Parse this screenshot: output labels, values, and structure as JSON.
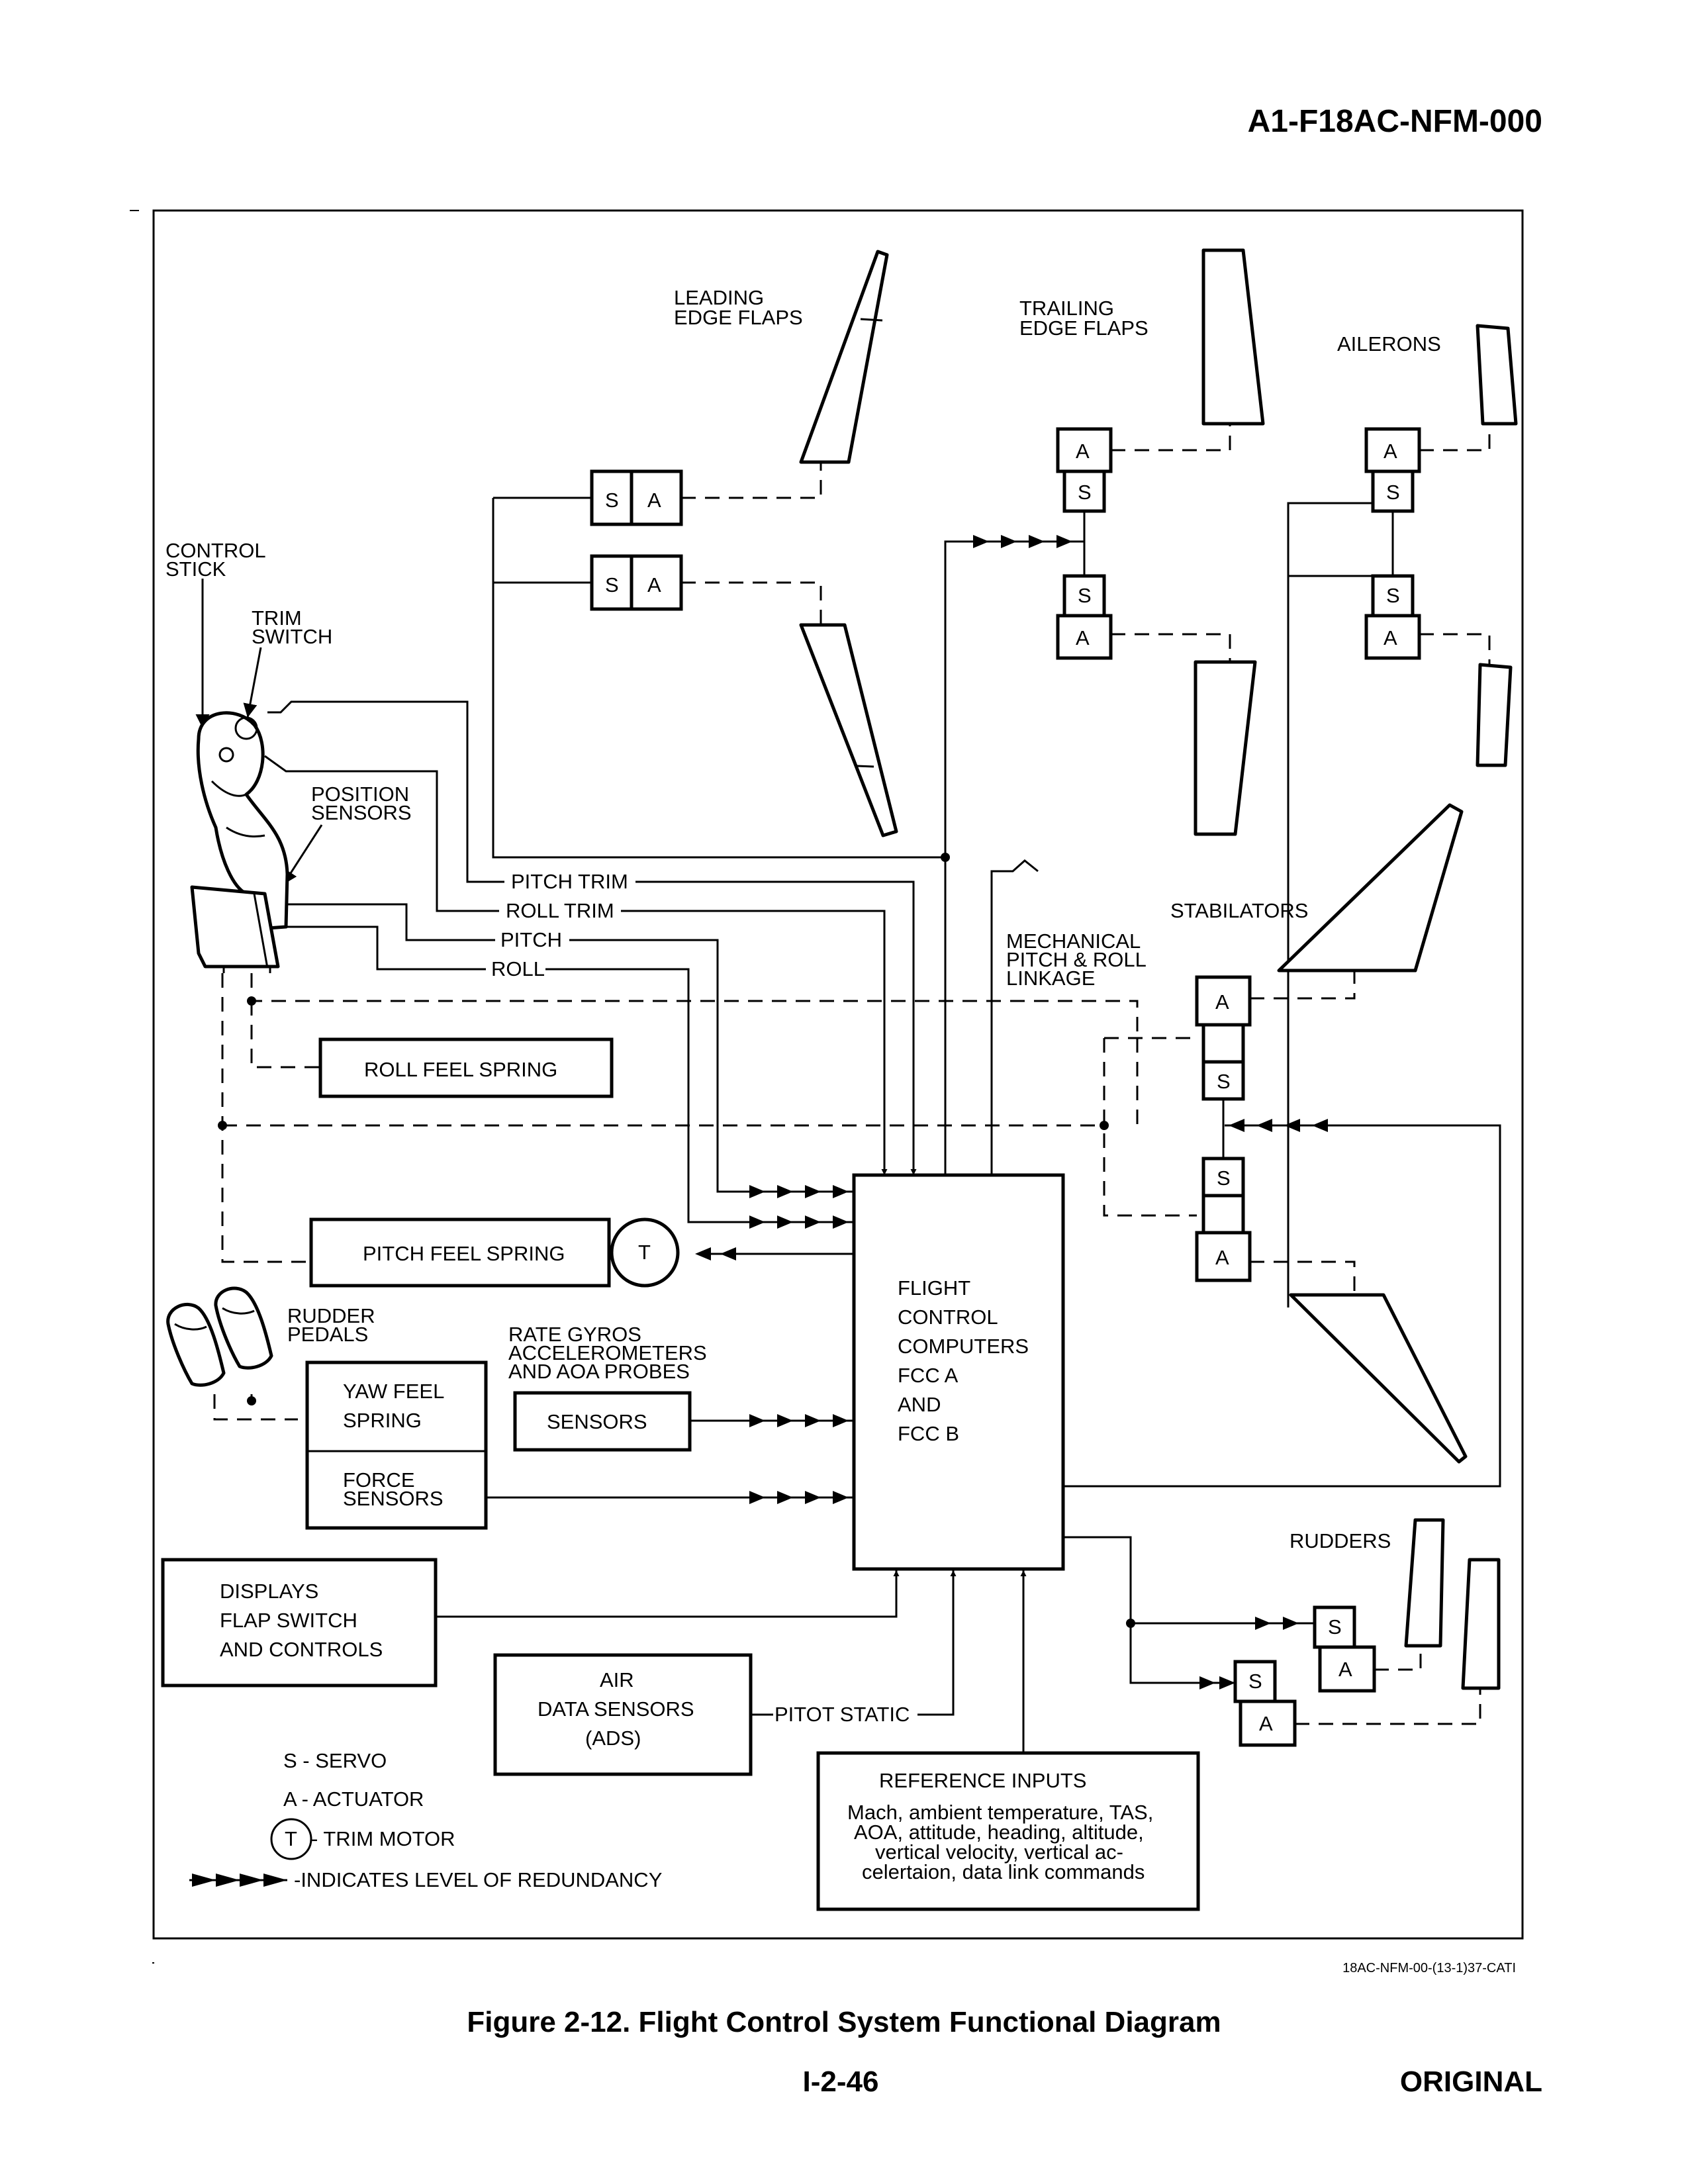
{
  "header": {
    "doc_id": "A1-F18AC-NFM-000"
  },
  "footer": {
    "caption": "Figure 2-12. Flight Control System Functional Diagram",
    "page": "I-2-46",
    "status": "ORIGINAL",
    "ref_code": "18AC-NFM-00-(13-1)37-CATI"
  },
  "labels": {
    "leading_edge_flaps": [
      "LEADING",
      "EDGE FLAPS"
    ],
    "trailing_edge_flaps": [
      "TRAILING",
      "EDGE FLAPS"
    ],
    "ailerons": "AILERONS",
    "control_stick": [
      "CONTROL",
      "STICK"
    ],
    "trim_switch": [
      "TRIM",
      "SWITCH"
    ],
    "position_sensors": [
      "POSITION",
      "SENSORS"
    ],
    "pitch_trim": "PITCH TRIM",
    "roll_trim": "ROLL TRIM",
    "pitch": "PITCH",
    "roll": "ROLL",
    "stabilators": "STABILATORS",
    "mechanical_linkage": [
      "MECHANICAL",
      "PITCH & ROLL",
      "LINKAGE"
    ],
    "roll_feel_spring": "ROLL FEEL SPRING",
    "pitch_feel_spring": "PITCH FEEL SPRING",
    "trim_motor_symbol": "T",
    "rudder_pedals": [
      "RUDDER",
      "PEDALS"
    ],
    "rate_gyros": [
      "RATE GYROS",
      "ACCELEROMETERS",
      "AND AOA PROBES"
    ],
    "sensors": "SENSORS",
    "yaw_feel_spring": [
      "YAW FEEL",
      "SPRING"
    ],
    "force_sensors": [
      "FORCE",
      "SENSORS"
    ],
    "fcc": [
      "FLIGHT",
      "CONTROL",
      "COMPUTERS",
      "FCC A",
      "AND",
      "FCC B"
    ],
    "displays": [
      "DISPLAYS",
      "FLAP SWITCH",
      "AND CONTROLS"
    ],
    "air_data": [
      "AIR",
      "DATA SENSORS",
      "(ADS)"
    ],
    "pitot_static": "PITOT STATIC",
    "rudders": "RUDDERS",
    "reference_inputs_title": "REFERENCE INPUTS",
    "reference_inputs_body": [
      "Mach, ambient temperature, TAS,",
      "AOA, attitude, heading, altitude,",
      "vertical velocity, vertical ac-",
      "celertaion, data link commands"
    ],
    "servo_letter": "S",
    "actuator_letter": "A"
  },
  "legend": {
    "servo": "S  - SERVO",
    "actuator": "A  - ACTUATOR",
    "trim_motor_symbol": "T",
    "trim_motor": "- TRIM MOTOR",
    "redundancy": "-INDICATES LEVEL OF REDUNDANCY"
  }
}
